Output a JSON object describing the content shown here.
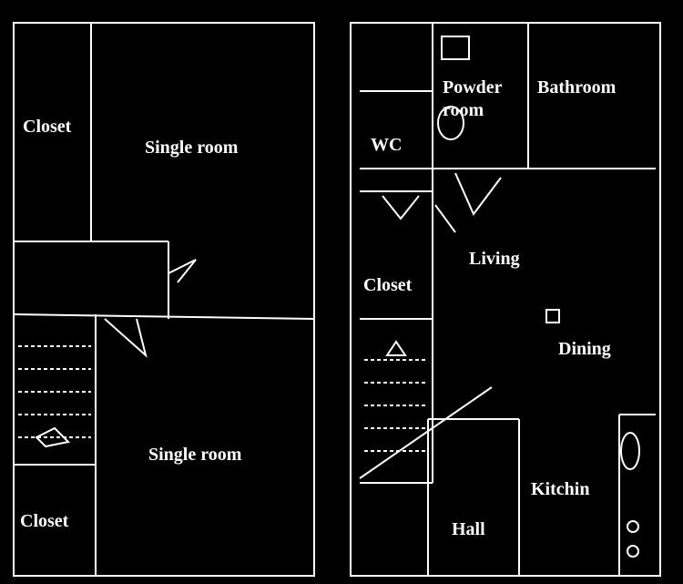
{
  "colors": {
    "background": "#000000",
    "lines": "#ffffff"
  },
  "left_plan": {
    "closet_top": "Closet",
    "single_room_top": "Single room",
    "single_room_bottom": "Single room",
    "closet_bottom": "Closet"
  },
  "right_plan": {
    "powder_room_line1": "Powder",
    "powder_room_line2": "room",
    "bathroom": "Bathroom",
    "wc": "WC",
    "living": "Living",
    "closet": "Closet",
    "dining": "Dining",
    "kitchen": "Kitchin",
    "hall": "Hall"
  }
}
